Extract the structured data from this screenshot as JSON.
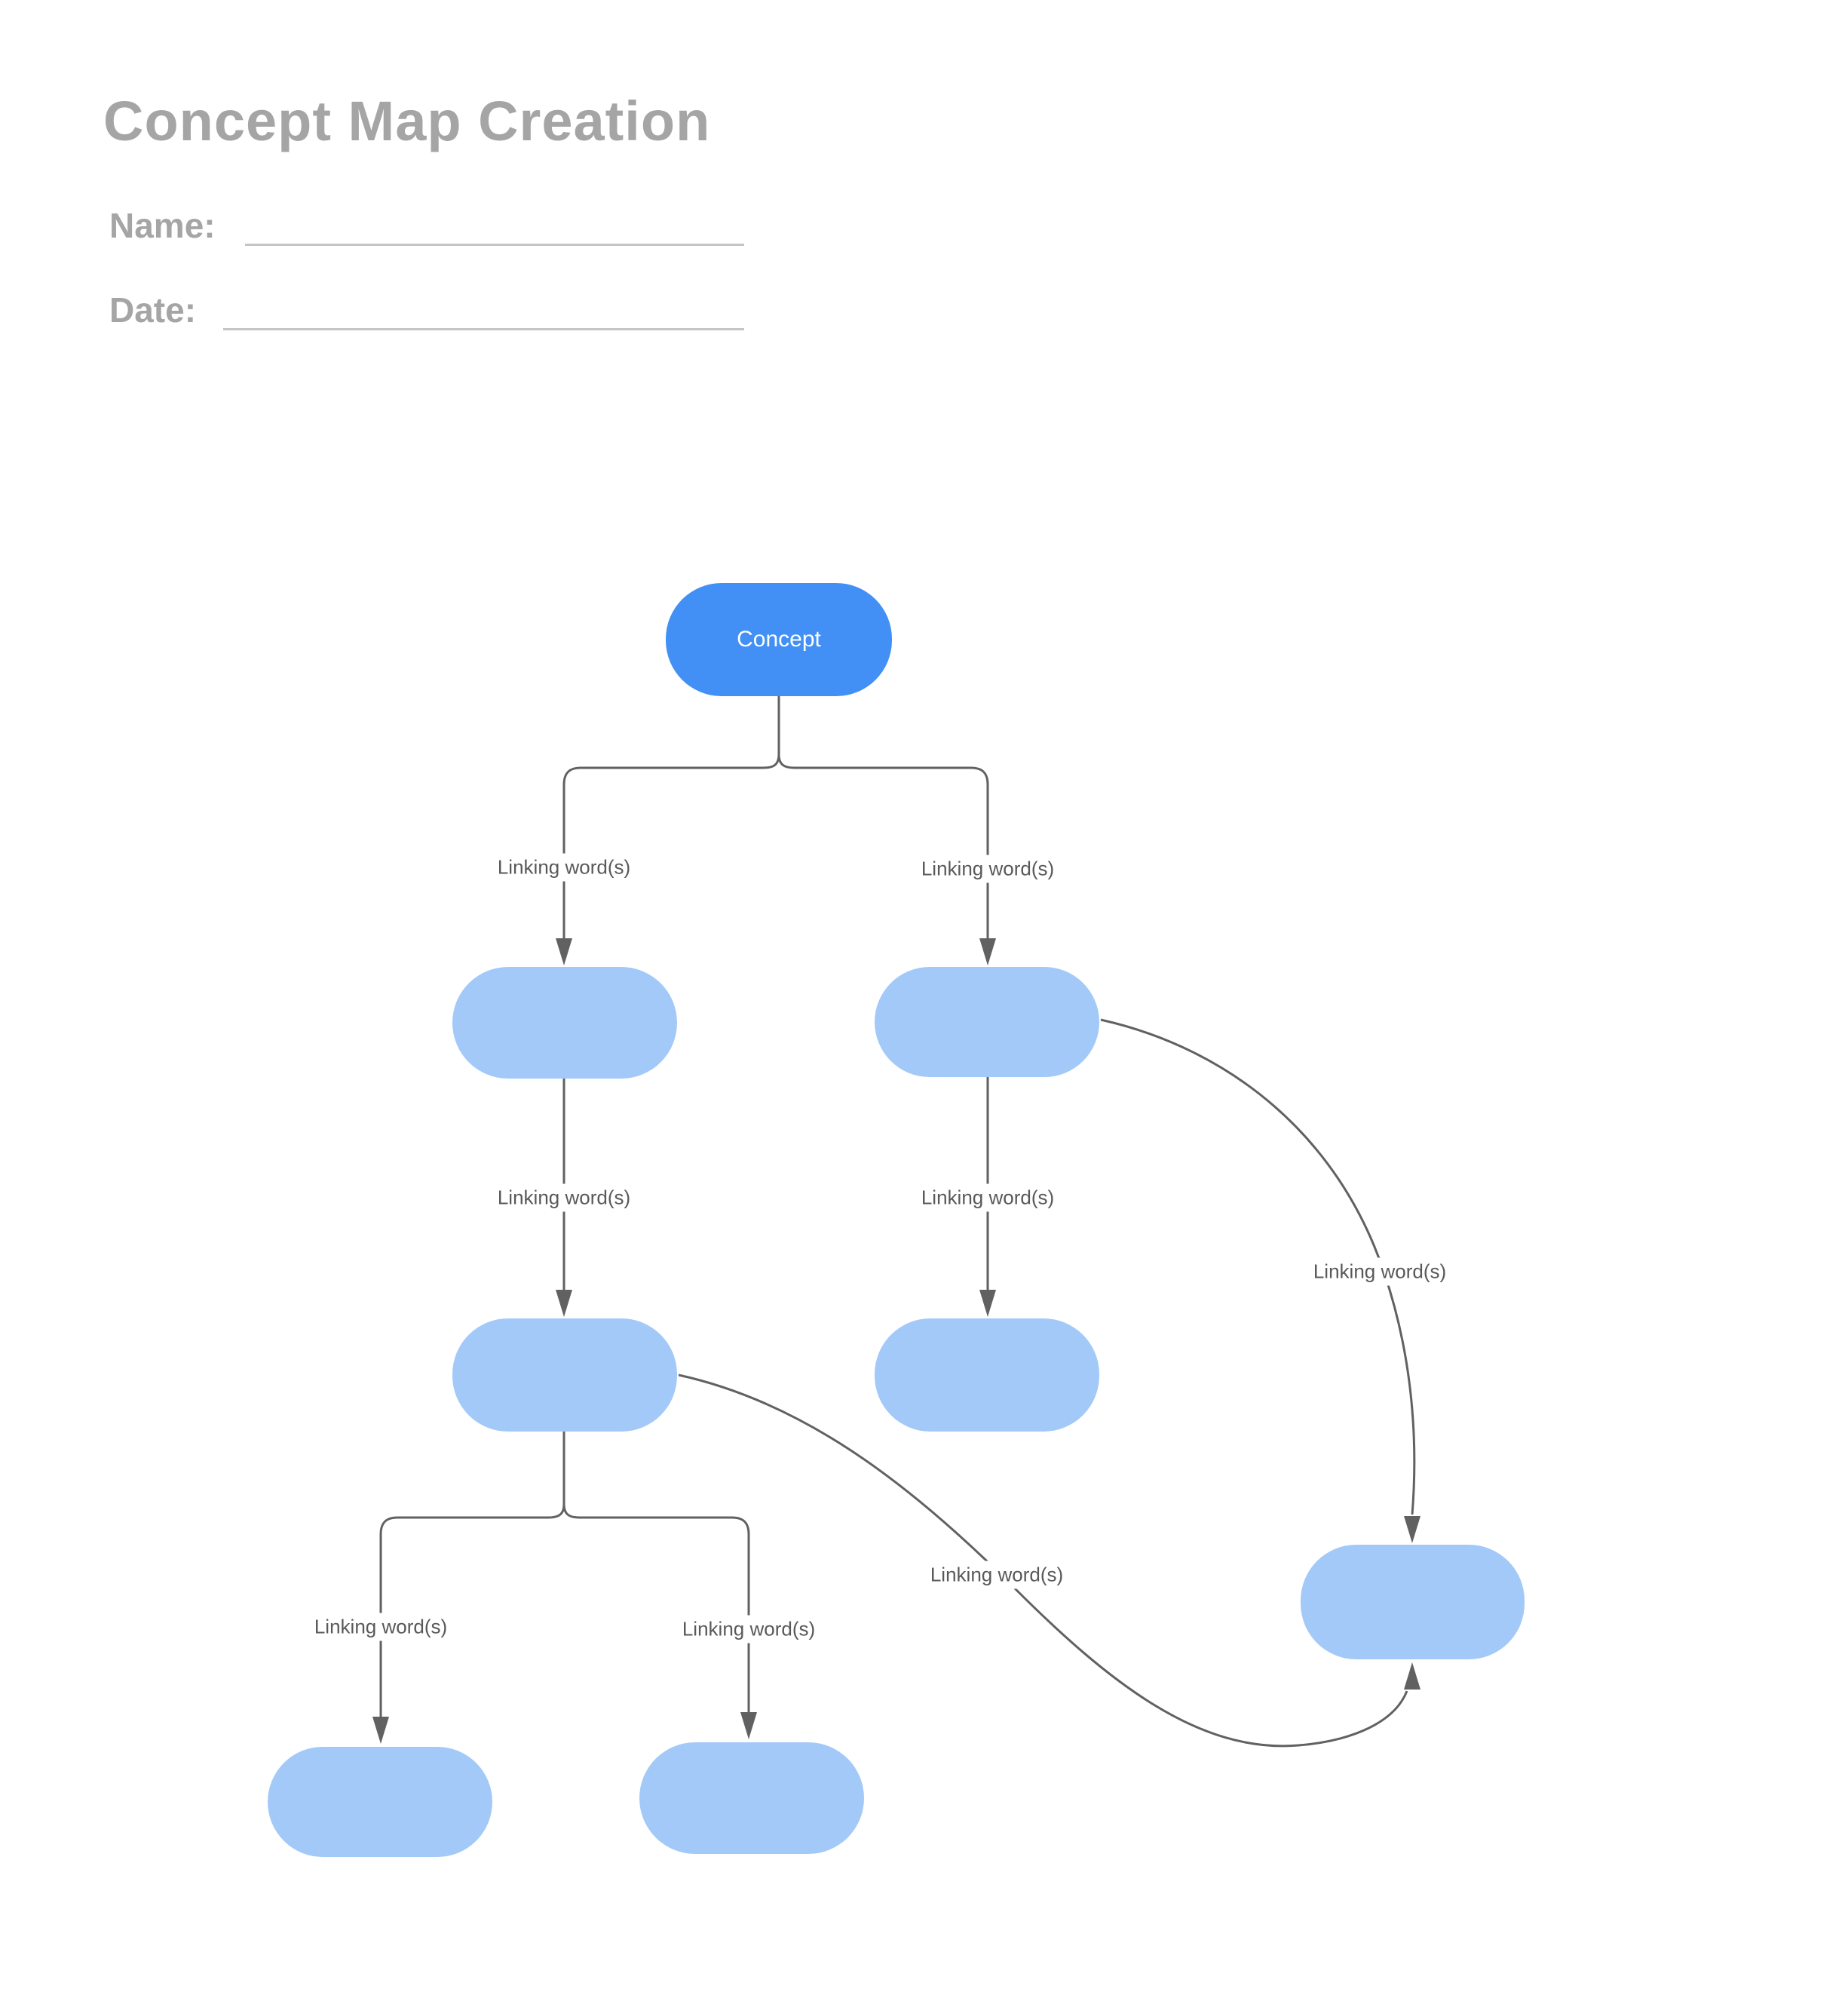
{
  "header": {
    "title": "Concept Map Creation",
    "name_label": "Name:",
    "name_value": "",
    "date_label": "Date:",
    "date_value": ""
  },
  "diagram": {
    "nodes": [
      {
        "id": "concept",
        "label": "Concept",
        "type": "root"
      },
      {
        "id": "node-left-1",
        "label": ""
      },
      {
        "id": "node-right-1",
        "label": ""
      },
      {
        "id": "node-left-2",
        "label": ""
      },
      {
        "id": "node-right-2",
        "label": ""
      },
      {
        "id": "node-bottom-left",
        "label": ""
      },
      {
        "id": "node-bottom-middle",
        "label": ""
      },
      {
        "id": "node-far-right",
        "label": ""
      }
    ],
    "connectors": [
      {
        "from": "concept",
        "to": "node-left-1",
        "label": "Linking word(s)"
      },
      {
        "from": "concept",
        "to": "node-right-1",
        "label": "Linking word(s)"
      },
      {
        "from": "node-left-1",
        "to": "node-left-2",
        "label": "Linking word(s)"
      },
      {
        "from": "node-right-1",
        "to": "node-right-2",
        "label": "Linking word(s)"
      },
      {
        "from": "node-right-1",
        "to": "node-far-right",
        "label": "Linking word(s)"
      },
      {
        "from": "node-left-2",
        "to": "node-far-right",
        "label": "Linking word(s)"
      },
      {
        "from": "node-left-2",
        "to": "node-bottom-left",
        "label": "Linking word(s)"
      },
      {
        "from": "node-left-2",
        "to": "node-bottom-middle",
        "label": "Linking word(s)"
      }
    ],
    "colors": {
      "root_node_fill": "#4290f5",
      "node_fill": "#a3c9f8",
      "connector_stroke": "#616161",
      "label_text": "#595959",
      "heading_text": "#a5a5a5",
      "field_line": "#c5c5c5",
      "root_node_text": "#ffffff",
      "background": "#ffffff"
    }
  }
}
